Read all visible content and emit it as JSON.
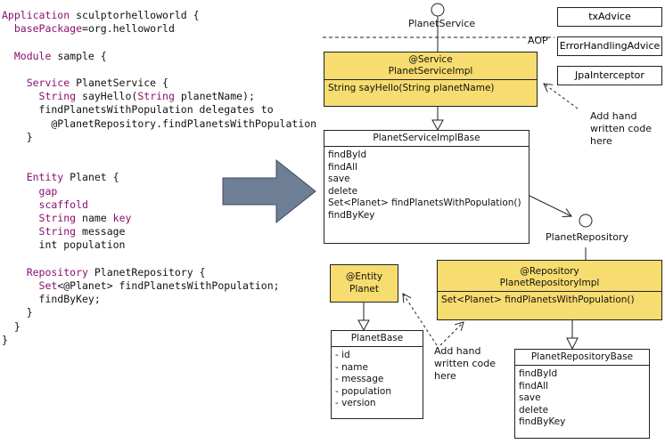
{
  "code": {
    "l1_kw": "Application",
    "l1_rest": " sculptorhelloworld {",
    "l2_kw": "  basePackage",
    "l2_rest": "=org.helloworld",
    "l3_kw": "  Module",
    "l3_rest": " sample {",
    "l4_kw": "    Service",
    "l4_rest": " PlanetService {",
    "l5_kw": "      String",
    "l5_rest": " sayHello(",
    "l5_kw2": "String",
    "l5_rest2": " planetName);",
    "l6": "      findPlanetsWithPopulation delegates to",
    "l7": "        @PlanetRepository.findPlanetsWithPopulation",
    "l8": "    }",
    "l9_kw": "    Entity",
    "l9_rest": " Planet {",
    "l10_kw": "      gap",
    "l11_kw": "      scaffold",
    "l12_kw": "      String",
    "l12_rest": " name ",
    "l12_kw2": "key",
    "l13_kw": "      String",
    "l13_rest": " message",
    "l14": "      int population",
    "l15_kw": "    Repository",
    "l15_rest": " PlanetRepository {",
    "l16_kw": "      Set",
    "l16_rest": "<@Planet> findPlanetsWithPopulation;",
    "l17": "      findByKey;",
    "l18": "    }",
    "l19": "  }",
    "l20": "}"
  },
  "diagram": {
    "planet_service_label": "PlanetService",
    "aop_label": "AOP",
    "aspects": [
      "txAdvice",
      "ErrorHandlingAdvice",
      "JpaInterceptor"
    ],
    "service_impl": {
      "stereotype": "@Service",
      "name": "PlanetServiceImpl",
      "ops": [
        "String sayHello(String planetName)"
      ]
    },
    "service_base": {
      "name": "PlanetServiceImplBase",
      "ops": [
        "findById",
        "findAll",
        "save",
        "delete",
        "Set<Planet> findPlanetsWithPopulation()",
        "findByKey"
      ]
    },
    "note_top": [
      "Add hand",
      "written code",
      "here"
    ],
    "planet_repository_label": "PlanetRepository",
    "entity": {
      "stereotype": "@Entity",
      "name": "Planet"
    },
    "planet_base": {
      "name": "PlanetBase",
      "attrs": [
        "- id",
        "- name",
        "- message",
        "- population",
        "- version"
      ]
    },
    "repo_impl": {
      "stereotype": "@Repository",
      "name": "PlanetRepositoryImpl",
      "ops": [
        "Set<Planet> findPlanetsWithPopulation()"
      ]
    },
    "repo_base": {
      "name": "PlanetRepositoryBase",
      "ops": [
        "findById",
        "findAll",
        "save",
        "delete",
        "findByKey"
      ]
    },
    "note_bottom": [
      "Add hand",
      "written code",
      "here"
    ]
  },
  "colors": {
    "highlight": "#f7dc6f",
    "arrow": "#6e7f95",
    "keyword": "#8b0f6e"
  }
}
